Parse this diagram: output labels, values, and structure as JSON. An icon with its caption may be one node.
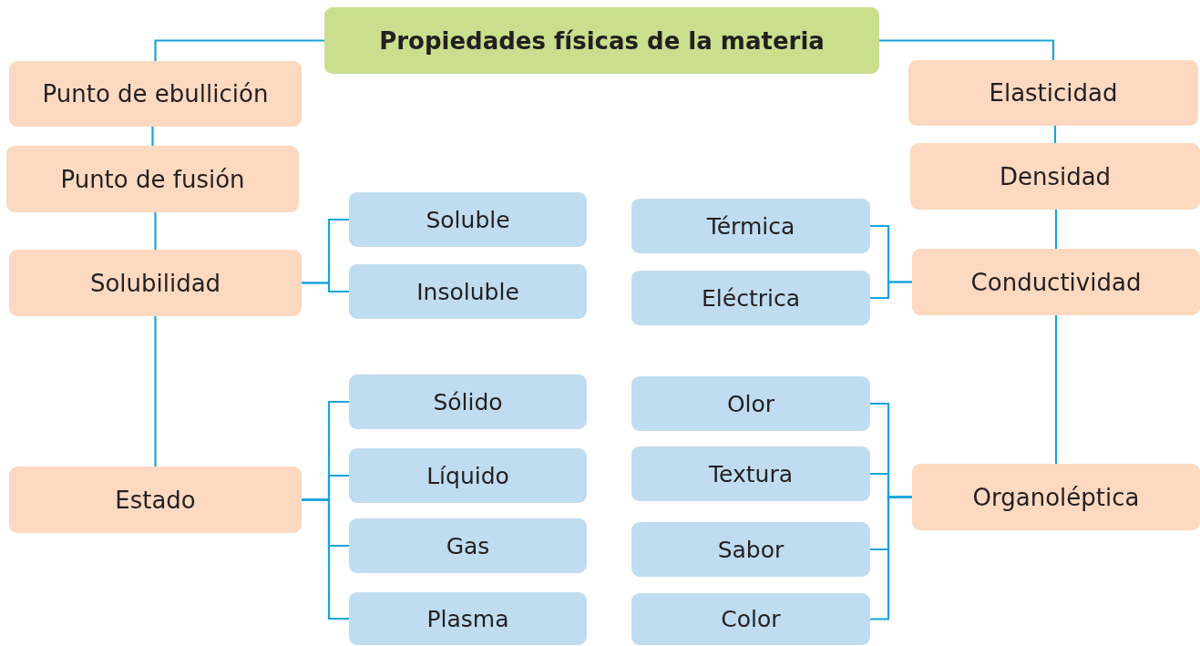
{
  "diagram": {
    "nodes": [
      {
        "text": [
          "Propiedades físicas de la materia"
        ]
      },
      {
        "text": [
          "Punto de ebullición"
        ]
      },
      {
        "text": [
          "Punto de fusión"
        ]
      },
      {
        "text": [
          "Solubilidad"
        ]
      },
      {
        "text": [
          "Estado"
        ]
      },
      {
        "text": [
          "Soluble"
        ]
      },
      {
        "text": [
          "Insoluble"
        ]
      },
      {
        "text": [
          "Sólido"
        ]
      },
      {
        "text": [
          "Líquido"
        ]
      },
      {
        "text": [
          "Gas"
        ]
      },
      {
        "text": [
          "Plasma"
        ]
      },
      {
        "text": [
          "Térmica"
        ]
      },
      {
        "text": [
          "Eléctrica"
        ]
      },
      {
        "text": [
          "Olor"
        ]
      },
      {
        "text": [
          "Textura"
        ]
      },
      {
        "text": [
          "Sabor"
        ]
      },
      {
        "text": [
          "Color"
        ]
      },
      {
        "text": [
          "Elasticidad"
        ]
      },
      {
        "text": [
          "Densidad"
        ]
      },
      {
        "text": [
          "Conductividad"
        ]
      },
      {
        "text": [
          "Organoléptica"
        ]
      }
    ],
    "edges": [
      {
        "from": 0,
        "to": 1,
        "arrow": "none"
      },
      {
        "from": 1,
        "to": 2,
        "arrow": "none"
      },
      {
        "from": 2,
        "to": 3,
        "arrow": "none"
      },
      {
        "from": 3,
        "to": 4,
        "arrow": "none"
      },
      {
        "from": 3,
        "to": 5,
        "arrow": "none"
      },
      {
        "from": 3,
        "to": 6,
        "arrow": "none"
      },
      {
        "from": 4,
        "to": 7,
        "arrow": "none"
      },
      {
        "from": 4,
        "to": 8,
        "arrow": "none"
      },
      {
        "from": 4,
        "to": 9,
        "arrow": "none"
      },
      {
        "from": 4,
        "to": 10,
        "arrow": "none"
      },
      {
        "from": 0,
        "to": 17,
        "arrow": "none"
      },
      {
        "from": 17,
        "to": 18,
        "arrow": "none"
      },
      {
        "from": 18,
        "to": 19,
        "arrow": "none"
      },
      {
        "from": 19,
        "to": 20,
        "arrow": "none"
      },
      {
        "from": 19,
        "to": 11,
        "arrow": "none"
      },
      {
        "from": 19,
        "to": 12,
        "arrow": "none"
      },
      {
        "from": 20,
        "to": 13,
        "arrow": "none"
      },
      {
        "from": 20,
        "to": 14,
        "arrow": "none"
      },
      {
        "from": 20,
        "to": 15,
        "arrow": "none"
      },
      {
        "from": 20,
        "to": 16,
        "arrow": "none"
      }
    ]
  }
}
